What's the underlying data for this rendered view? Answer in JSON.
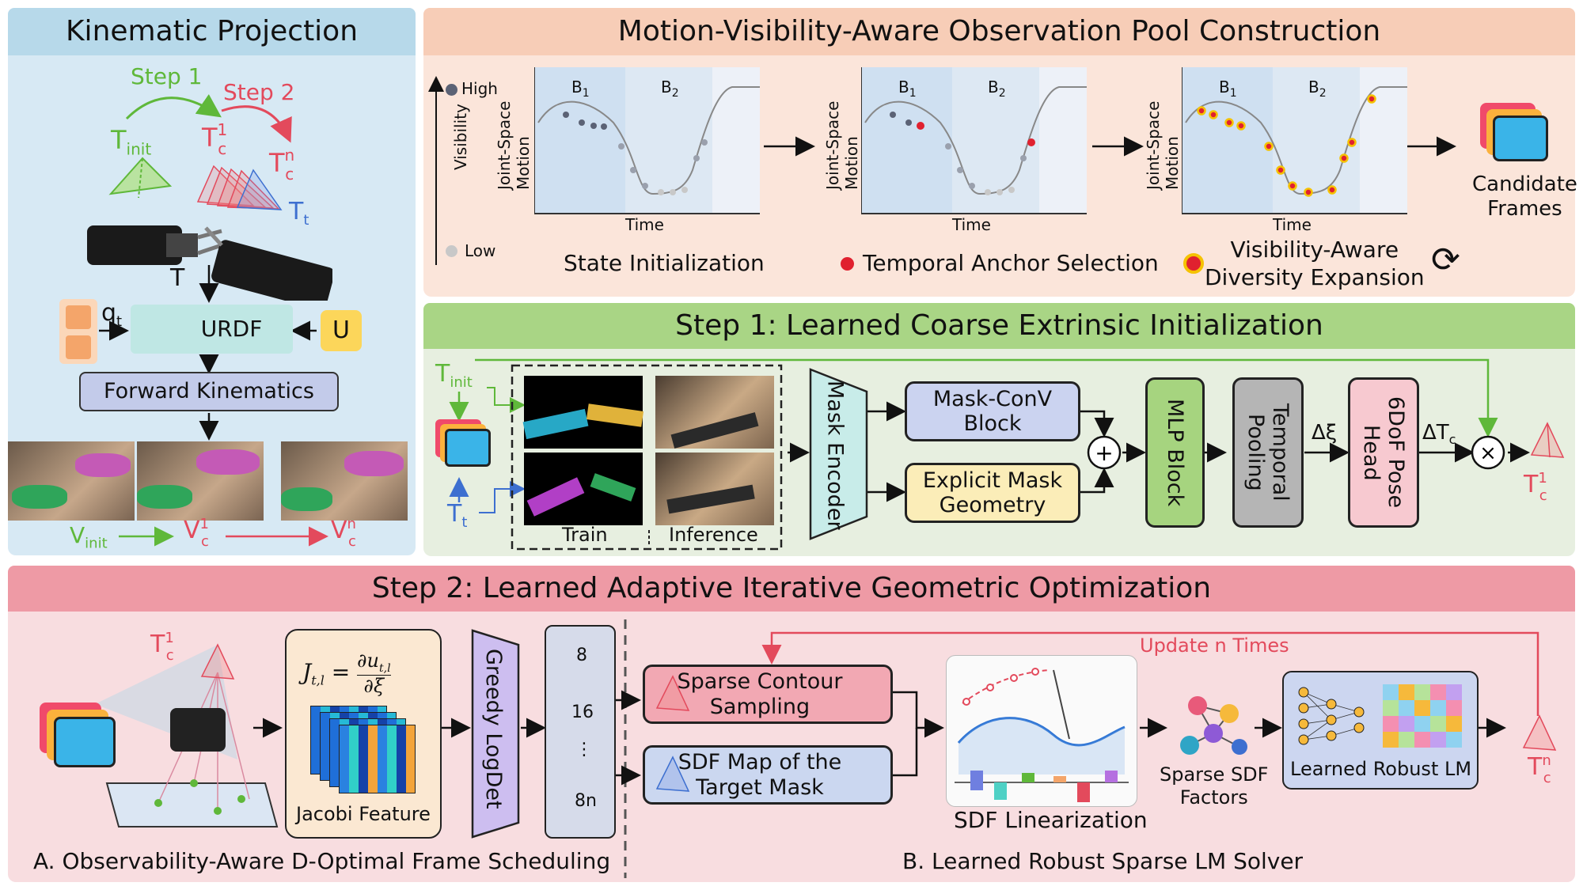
{
  "colors": {
    "kin_bg": "#d7e9f4",
    "kin_title": "#b7d9ea",
    "pool_bg": "#fbe5da",
    "pool_title": "#f7cdb7",
    "step1_bg": "#e7efe0",
    "step1_title": "#a9d585",
    "step2_bg": "#f8dde0",
    "step2_title": "#ee9aa5",
    "green": "#5fb83a",
    "red": "#e34a5c",
    "blue": "#3d6fd0"
  },
  "kinematic": {
    "title": "Kinematic Projection",
    "step1": "Step 1",
    "step2": "Step 2",
    "t_init": "T",
    "t_init_sub": "init",
    "tc": "T",
    "tc_sub": "c",
    "tc_sup": "1",
    "tcn": "T",
    "tcn_sub": "c",
    "tcn_sup": "n",
    "tt": "T",
    "tt_sub": "t",
    "t_label": "T",
    "q_label": "q",
    "q_sub": "t",
    "urdf": "URDF",
    "u_label": "U",
    "fk": "Forward Kinematics",
    "v_init": "V",
    "v_init_sub": "init",
    "vc1": "V",
    "vc1_sup": "1",
    "vc1_sub": "c",
    "vcn": "V",
    "vcn_sup": "n",
    "vcn_sub": "c"
  },
  "pool": {
    "title": "Motion-Visibility-Aware Observation Pool Construction",
    "visibility": "Visibility",
    "high": "High",
    "low": "Low",
    "y_axis": "Joint-Space Motion",
    "x_axis": "Time",
    "b1": "B",
    "b1_sub": "1",
    "b2": "B",
    "b2_sub": "2",
    "state_init": "State Initialization",
    "anchor": "Temporal Anchor Selection",
    "diversity_line1": "Visibility-Aware",
    "diversity_line2": "Diversity Expansion",
    "candidate_line1": "Candidate",
    "candidate_line2": "Frames"
  },
  "step1": {
    "title": "Step 1: Learned Coarse Extrinsic Initialization",
    "t_init": "T",
    "t_init_sub": "init",
    "t_t": "T",
    "t_t_sub": "t",
    "train": "Train",
    "inference": "Inference",
    "mask_encoder": "Mask Encoder",
    "mask_conv": "Mask-ConV Block",
    "explicit": "Explicit Mask Geometry",
    "mlp": "MLP Block",
    "temporal": "Temporal Pooling",
    "delta_xi": "Δξ",
    "pose_head": "6DoF Pose Head",
    "delta_tc": "ΔT",
    "delta_tc_sub": "c",
    "out": "T",
    "out_sup": "1",
    "out_sub": "c"
  },
  "step2": {
    "title": "Step 2: Learned Adaptive Iterative Geometric Optimization",
    "tc1": "T",
    "tc1_sup": "1",
    "tc1_sub": "c",
    "jacobian_lhs": "J",
    "jacobian_lhs_sub": "t,l",
    "jacobian_num": "∂u",
    "jacobian_num_sub": "t,l",
    "jacobian_den": "∂ξ",
    "jacobi_feature": "Jacobi Feature",
    "greedy": "Greedy LogDet",
    "stack": [
      "8",
      "16",
      "⋮",
      "8n"
    ],
    "label_a": "A. Observability-Aware D-Optimal Frame Scheduling",
    "update": "Update n Times",
    "sparse_contour": "Sparse Contour Sampling",
    "sdf_map": "SDF Map of the Target Mask",
    "sdf_lin": "SDF Linearization",
    "sparse_factors_line1": "Sparse SDF",
    "sparse_factors_line2": "Factors",
    "robust_lm": "Learned Robust LM",
    "tcn": "T",
    "tcn_sup": "n",
    "tcn_sub": "c",
    "label_b": "B. Learned Robust Sparse LM Solver"
  }
}
